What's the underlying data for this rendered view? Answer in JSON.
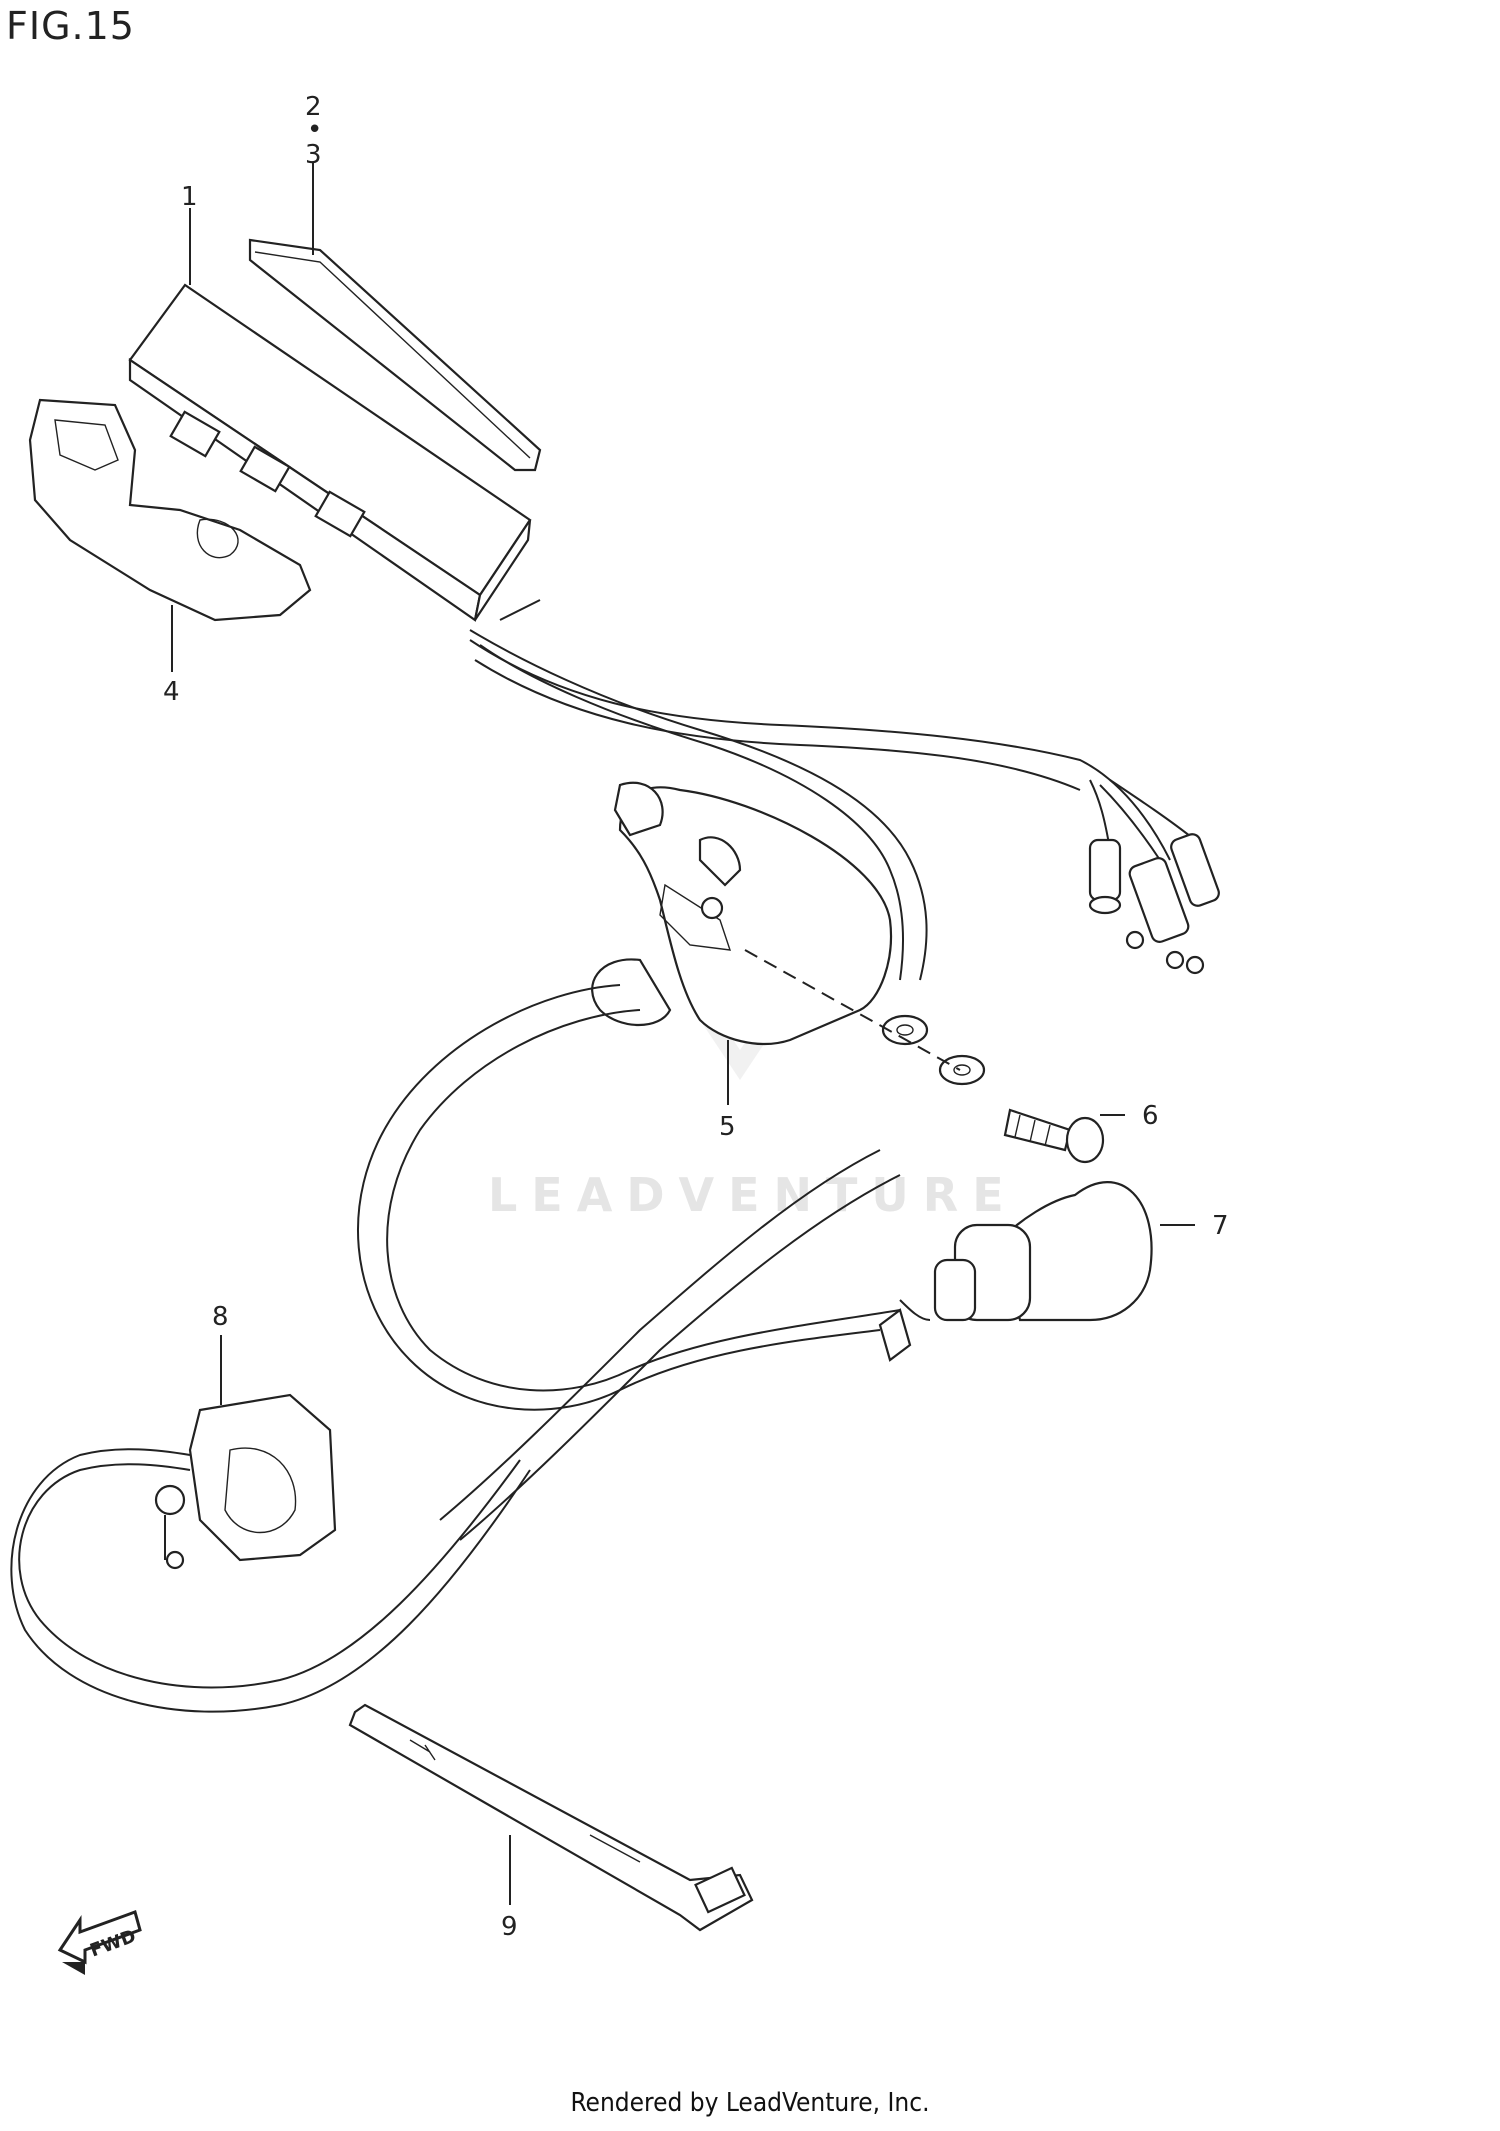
{
  "figure": {
    "title": "FIG.15"
  },
  "callouts": [
    {
      "id": "1",
      "label": "1"
    },
    {
      "id": "2",
      "label": "2"
    },
    {
      "id": "2dot",
      "label": "•"
    },
    {
      "id": "3",
      "label": "3"
    },
    {
      "id": "4",
      "label": "4"
    },
    {
      "id": "5",
      "label": "5"
    },
    {
      "id": "6",
      "label": "6"
    },
    {
      "id": "7",
      "label": "7"
    },
    {
      "id": "8",
      "label": "8"
    },
    {
      "id": "9",
      "label": "9"
    }
  ],
  "fwd_label": "FWD",
  "watermark": "LEADVENTURE",
  "footer": "Rendered by LeadVenture, Inc."
}
